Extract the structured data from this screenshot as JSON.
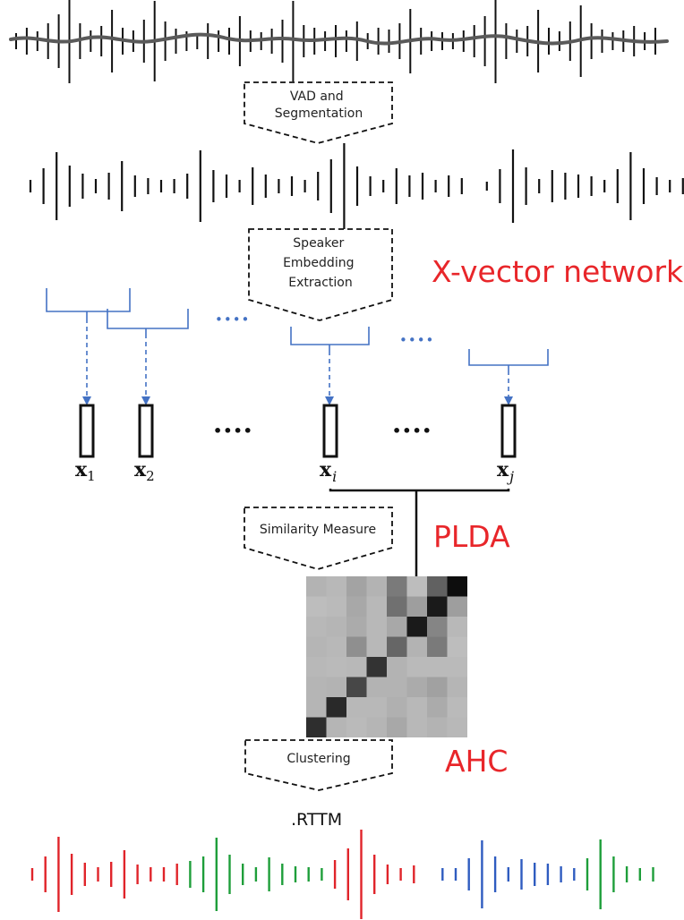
{
  "steps": {
    "vad": [
      "VAD and",
      "Segmentation"
    ],
    "embedding": [
      "Speaker",
      "Embedding",
      "Extraction"
    ],
    "similarity": [
      "Similarity Measure"
    ],
    "clustering": [
      "Clustering"
    ]
  },
  "methods": {
    "xvector": "X-vector network",
    "plda": "PLDA",
    "ahc": "AHC"
  },
  "vectors": [
    {
      "symbol": "x",
      "subscript": "1"
    },
    {
      "symbol": "x",
      "subscript": "2"
    },
    {
      "symbol": "x",
      "subscript": "i"
    },
    {
      "symbol": "x",
      "subscript": "j"
    }
  ],
  "ellipsis": "••••",
  "output_label": ".RTTM",
  "matrix": {
    "size": 8,
    "cells": [
      [
        0.7,
        0.72,
        0.64,
        0.7,
        0.48,
        0.74,
        0.38,
        0.05
      ],
      [
        0.74,
        0.73,
        0.66,
        0.72,
        0.44,
        0.62,
        0.1,
        0.62
      ],
      [
        0.72,
        0.71,
        0.67,
        0.72,
        0.66,
        0.1,
        0.52,
        0.72
      ],
      [
        0.71,
        0.72,
        0.56,
        0.72,
        0.4,
        0.7,
        0.48,
        0.74
      ],
      [
        0.72,
        0.73,
        0.72,
        0.2,
        0.7,
        0.73,
        0.73,
        0.73
      ],
      [
        0.71,
        0.7,
        0.28,
        0.7,
        0.7,
        0.67,
        0.63,
        0.71
      ],
      [
        0.71,
        0.16,
        0.72,
        0.72,
        0.69,
        0.72,
        0.67,
        0.73
      ],
      [
        0.18,
        0.71,
        0.73,
        0.71,
        0.66,
        0.72,
        0.7,
        0.72
      ]
    ]
  },
  "colors": {
    "label_red": "#e8262a",
    "bracket_blue": "#4472c4",
    "speaker_red": "#e0242a",
    "speaker_green": "#1e9e3a",
    "speaker_blue": "#2f5cc0",
    "wave_gray": "#5a5a5a",
    "ink": "#111111"
  }
}
